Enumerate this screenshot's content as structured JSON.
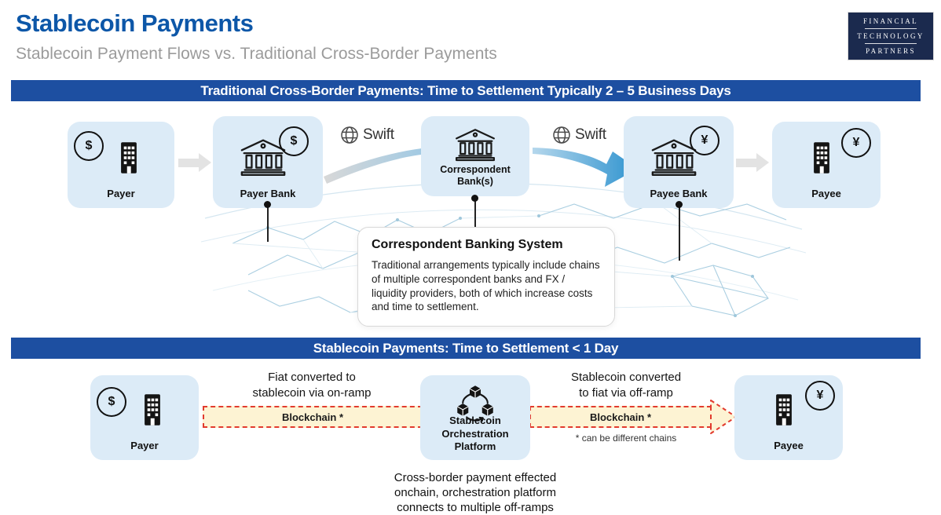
{
  "header": {
    "title": "Stablecoin Payments",
    "subtitle": "Stablecoin Payment Flows vs. Traditional Cross-Border Payments",
    "logo": {
      "line1": "FINANCIAL",
      "line2": "TECHNOLOGY",
      "line3": "PARTNERS"
    }
  },
  "colors": {
    "banner_blue": "#1d4fa1",
    "title_blue": "#0d57a8",
    "node_fill": "#dcebf7",
    "band_fill": "#fdf3d3",
    "band_border_red": "#e23b2e",
    "logo_navy": "#1b2a4e",
    "swoosh_blue": "#2e93cf"
  },
  "section1": {
    "banner": "Traditional Cross-Border Payments: Time to Settlement Typically 2 – 5 Business Days",
    "swift_label": "Swift",
    "nodes": [
      {
        "label": "Payer",
        "icon": "office-building-icon",
        "badge": "$"
      },
      {
        "label": "Payer Bank",
        "icon": "bank-icon",
        "badge": "$"
      },
      {
        "label": "Correspondent Bank(s)",
        "icon": "bank-icon"
      },
      {
        "label": "Payee Bank",
        "icon": "bank-icon",
        "badge": "¥"
      },
      {
        "label": "Payee",
        "icon": "office-building-icon",
        "badge": "¥"
      }
    ],
    "callout": {
      "title": "Correspondent Banking System",
      "body": "Traditional arrangements typically include chains of multiple correspondent banks and FX / liquidity providers, both of which increase costs and time to settlement."
    }
  },
  "section2": {
    "banner": "Stablecoin Payments: Time to Settlement < 1 Day",
    "nodes": [
      {
        "label": "Payer",
        "icon": "office-building-icon",
        "badge": "$"
      },
      {
        "label": "Stablecoin\nOrchestration Platform",
        "icon": "blockchain-icon"
      },
      {
        "label": "Payee",
        "icon": "office-building-icon",
        "badge": "¥"
      }
    ],
    "onramp_text": "Fiat converted to\nstablecoin via on-ramp",
    "offramp_text": "Stablecoin converted\nto fiat via off-ramp",
    "band_label": "Blockchain *",
    "chains_note": "* can be different chains",
    "bottom_note": "Cross-border payment effected\nonchain, orchestration platform\nconnects to multiple off-ramps"
  }
}
